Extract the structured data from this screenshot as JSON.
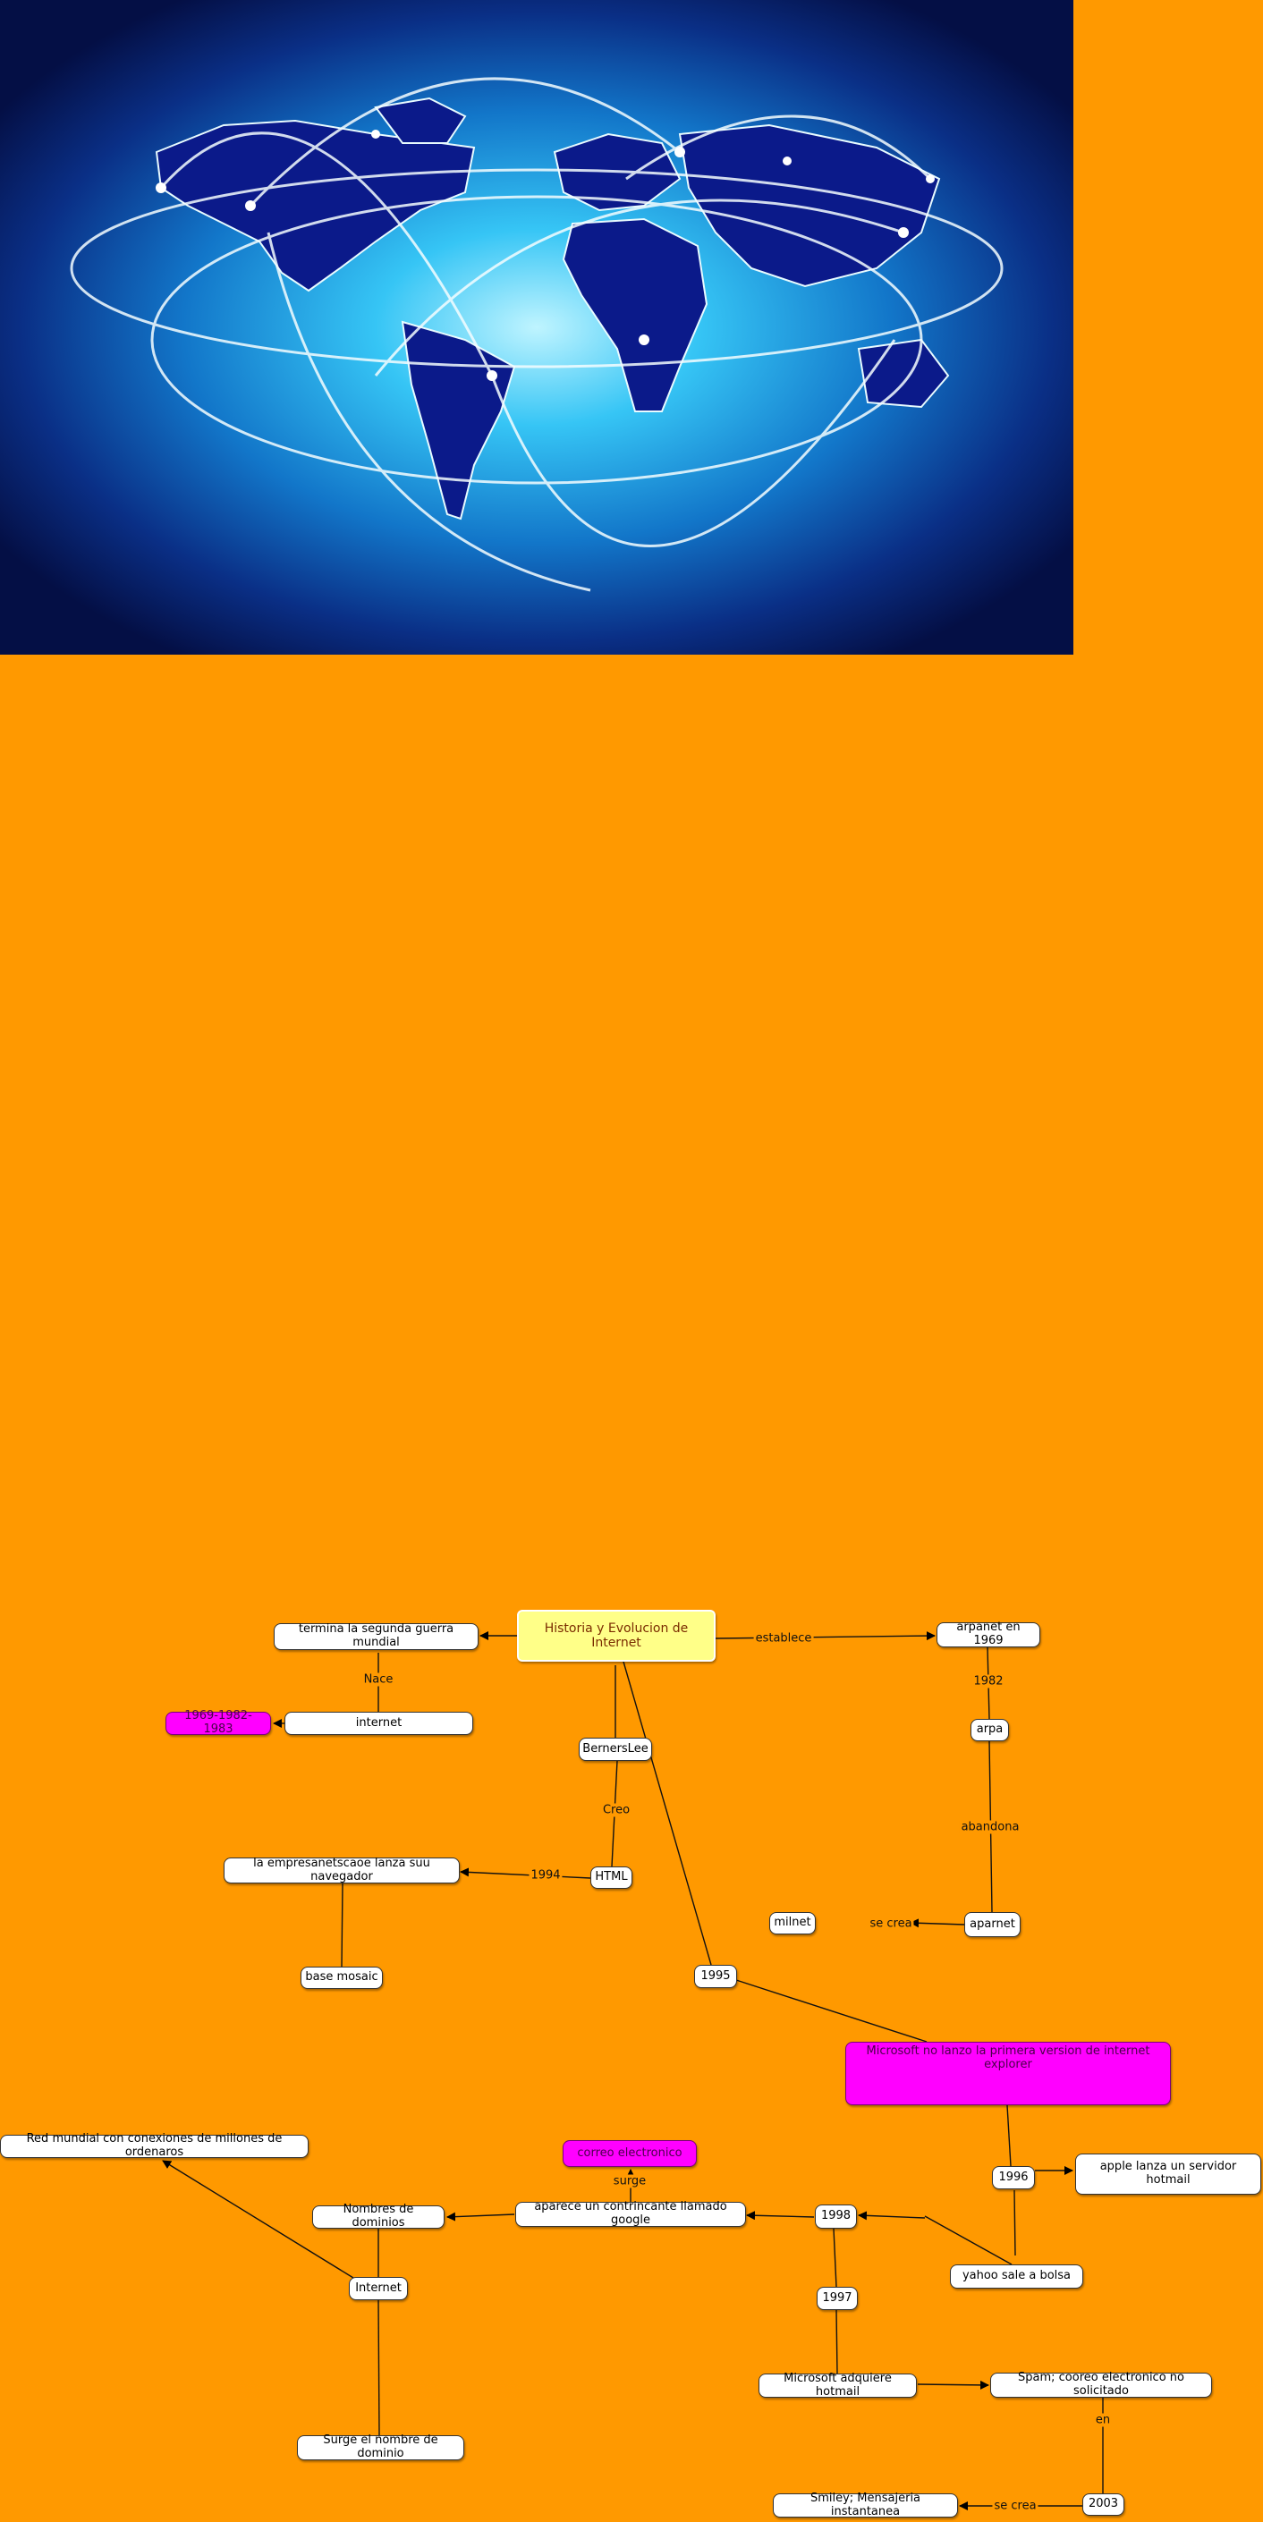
{
  "nodes": {
    "root": "Historia y Evolucion de Internet",
    "termina": "termina la segunda guerra mundial",
    "internet_top": "internet",
    "years": "1969-1982-1983",
    "bernerslee": "BernersLee",
    "html": "HTML",
    "netscape": "la empresanetscaoe lanza suu navegador",
    "mosaic": "base mosaic",
    "arpanet1969": "arpanet en 1969",
    "arpa": "arpa",
    "aparnet": "aparnet",
    "milnet": "milnet",
    "y1995": "1995",
    "microsoft_ie": "Microsoft no lanzo la primera version de internet explorer",
    "y1996": "1996",
    "apple": "apple lanza un servidor hotmail",
    "yahoo": "yahoo sale a bolsa",
    "y1998": "1998",
    "google": "aparece un contrincante llamado google",
    "correo": "correo electronico",
    "dominios": "Nombres de dominios",
    "red_mundial": "Red mundial con conexiones de millones de ordenaros",
    "internet_bottom": "Internet",
    "surge_dominio": "Surge el nombre de dominio",
    "y1997": "1997",
    "hotmail": "Microsoft adquiere hotmail",
    "spam": "Spam; cooreo electronico no solicitado",
    "y2003": "2003",
    "smiley": "Smiley; Mensajeria instantanea"
  },
  "labels": {
    "establece": "establece",
    "nace": "Nace",
    "creo": "Creo",
    "y1994": "1994",
    "y1982": "1982",
    "abandona": "abandona",
    "se_crea_1": "se crea",
    "surge": "surge",
    "en": "en",
    "se_crea_2": "se crea"
  },
  "colors": {
    "background": "#ff9900",
    "highlight": "#ff00ff",
    "root_fill": "#ffff88"
  },
  "image": {
    "description_icon": "world-network-map-image"
  }
}
